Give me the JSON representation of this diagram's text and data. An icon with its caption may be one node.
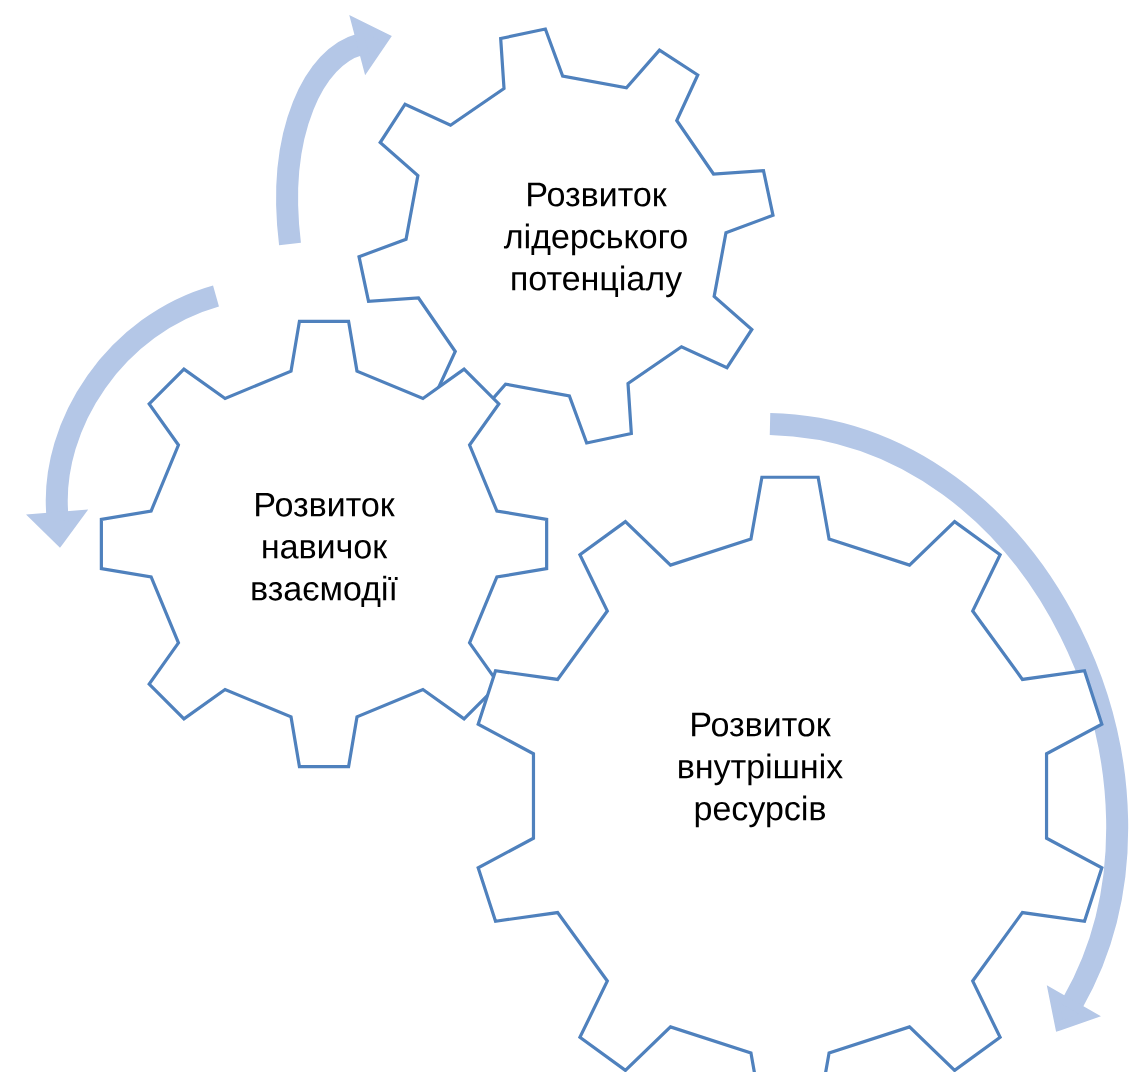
{
  "diagram": {
    "nodes": [
      {
        "text": [
          "Розвиток лідерського потенціалу"
        ]
      },
      {
        "text": [
          "Розвиток навичок взаємодії"
        ]
      },
      {
        "text": [
          "Розвиток внутрішніх ресурсів"
        ]
      }
    ]
  }
}
